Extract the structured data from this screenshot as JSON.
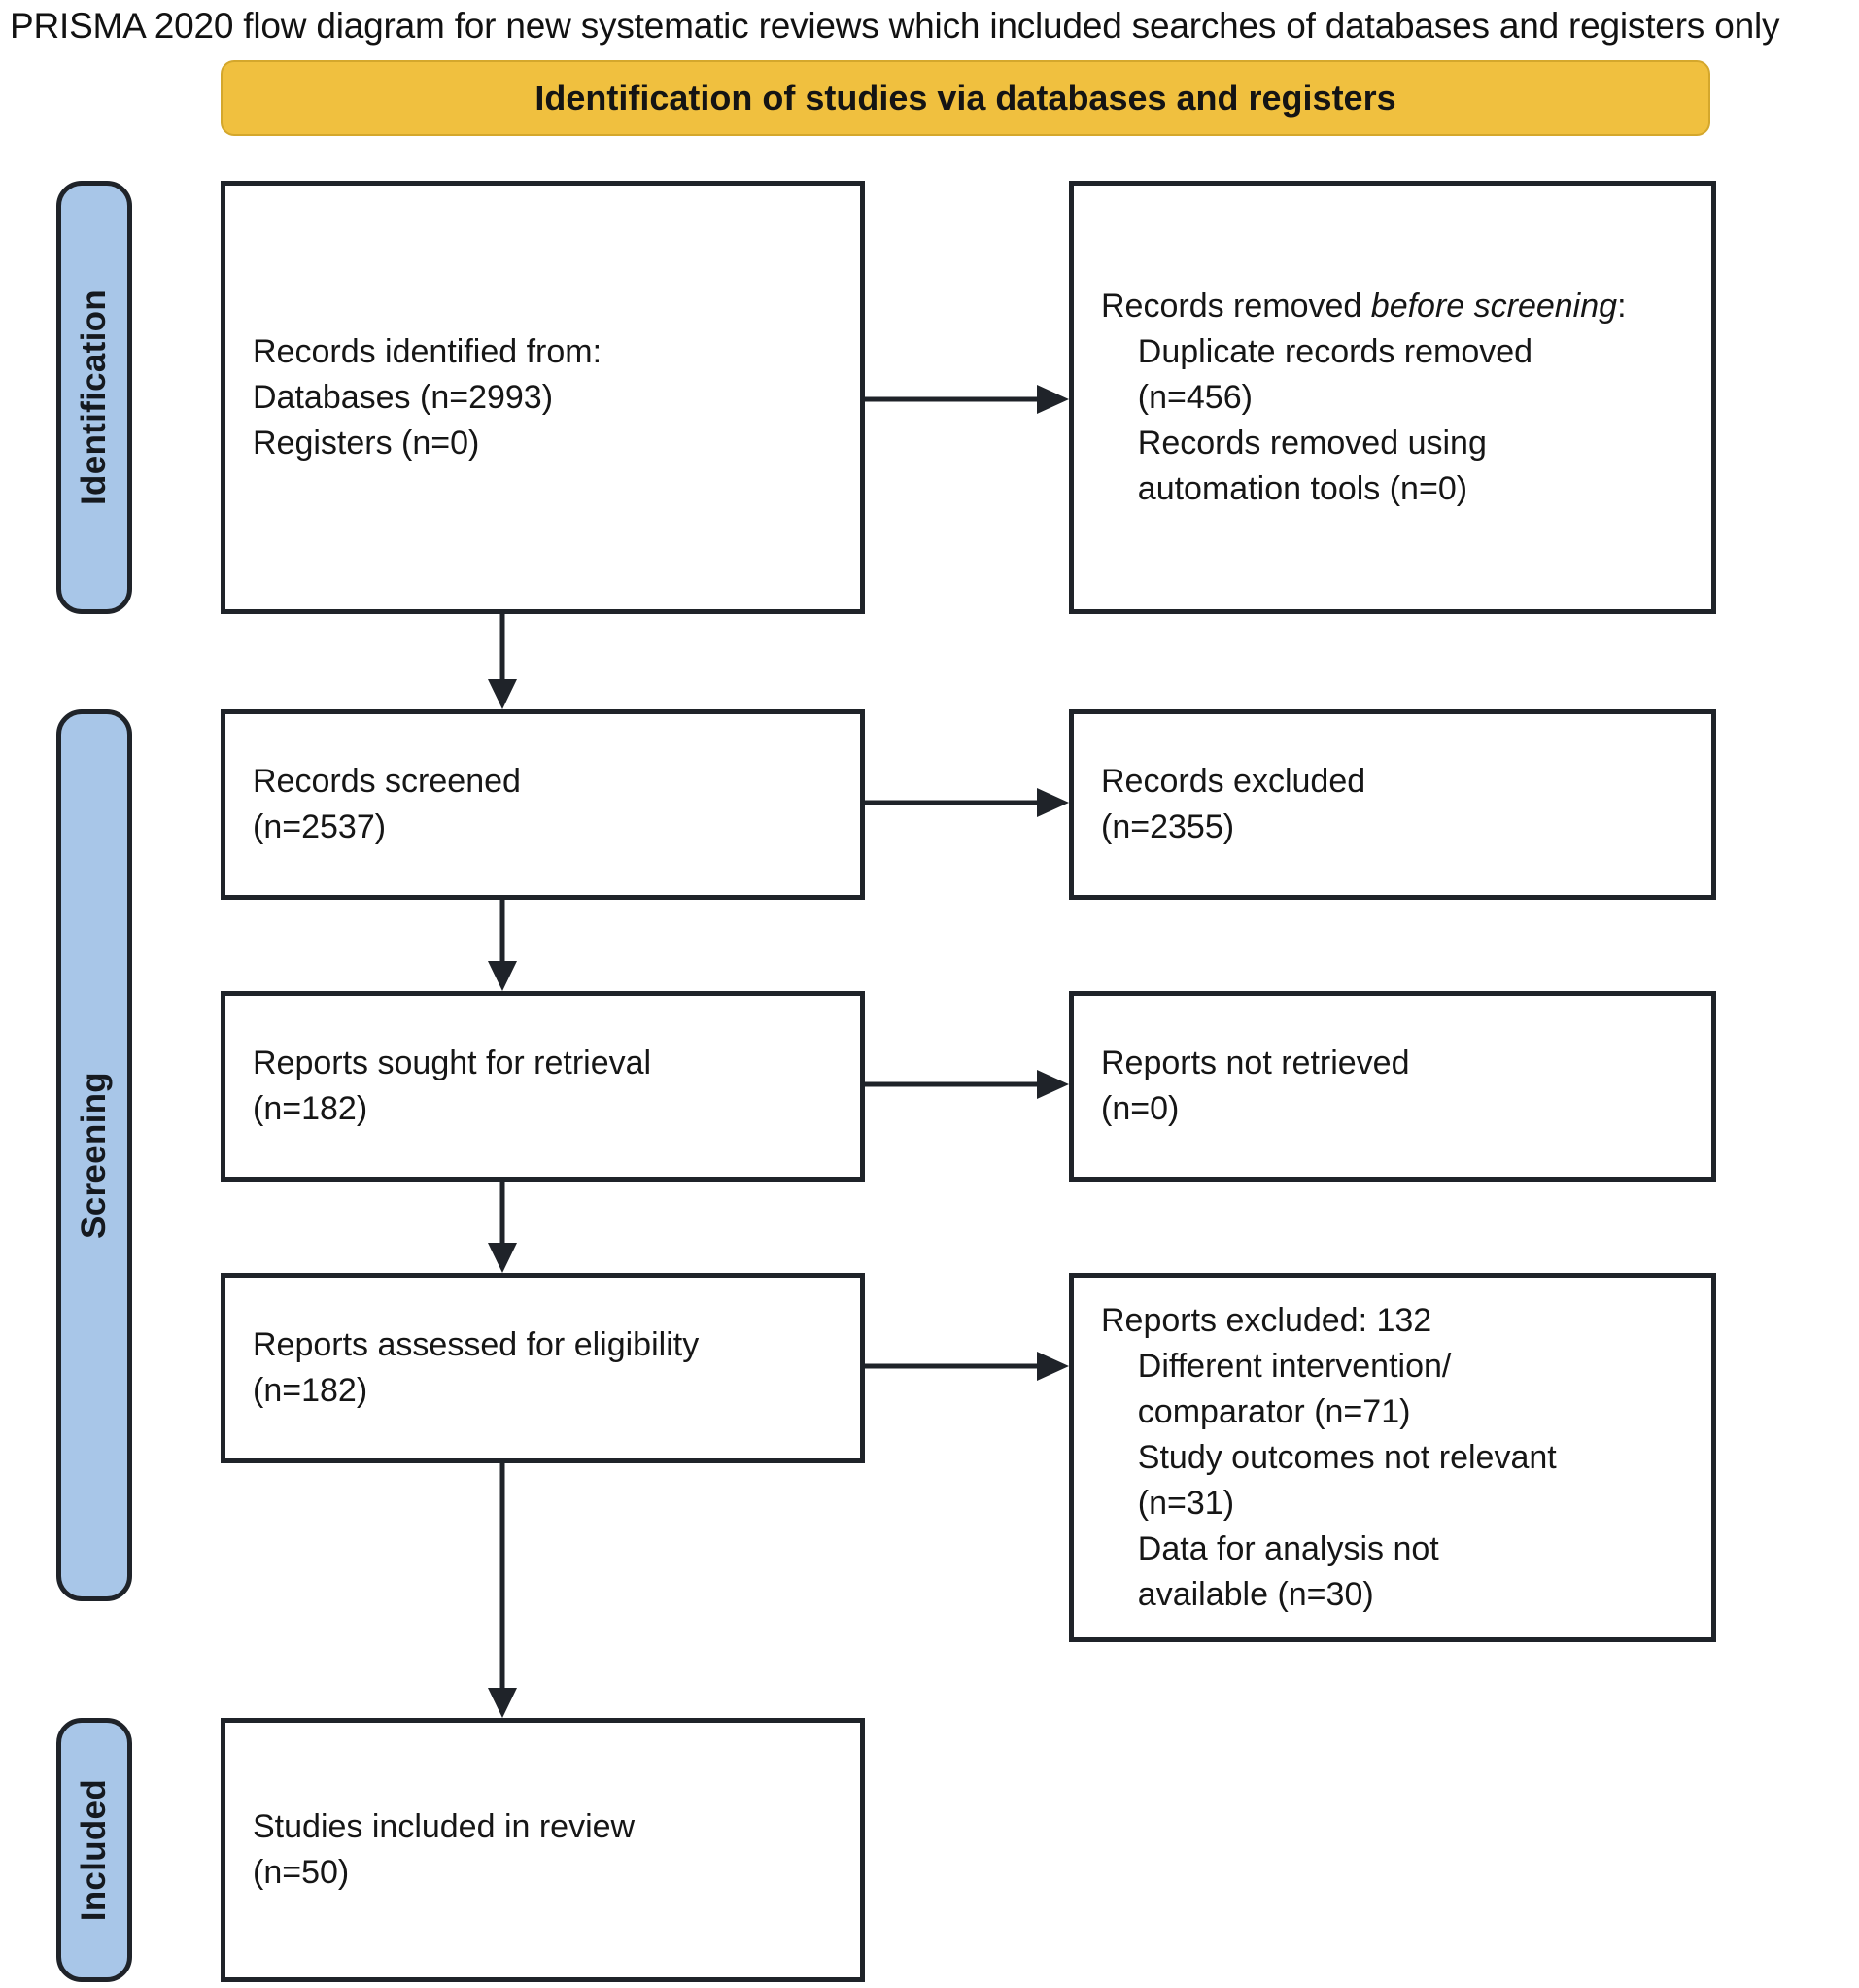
{
  "caption": "PRISMA 2020 flow diagram for new systematic reviews which included searches of databases and registers only",
  "colors": {
    "banner_fill": "#F0C03F",
    "banner_stroke": "#D4A72C",
    "stage_fill": "#A8C6E8",
    "stroke": "#1f2329",
    "box_fill": "#FFFFFF",
    "text": "#161616"
  },
  "banner": {
    "title": "Identification of studies via databases and registers"
  },
  "stages": [
    {
      "id": "identification",
      "label": "Identification"
    },
    {
      "id": "screening",
      "label": "Screening"
    },
    {
      "id": "included",
      "label": "Included"
    }
  ],
  "boxes": {
    "identified": {
      "lines": [
        "Records identified from:",
        "Databases (n=2993)",
        "Registers (n=0)"
      ],
      "text": "Records identified from:\nDatabases (n=2993)\nRegisters (n=0)"
    },
    "removed_before": {
      "heading_plain": "Records removed ",
      "heading_italic": "before screening",
      "heading_suffix": ":",
      "lines": [
        "Duplicate records removed (n=456)",
        "Records removed using automation tools (n=0)"
      ],
      "text": "    Duplicate records removed\n    (n=456)\n    Records removed using\n    automation tools (n=0)"
    },
    "screened": {
      "lines": [
        "Records screened",
        "(n=2537)"
      ],
      "text": "Records screened\n(n=2537)"
    },
    "records_excluded": {
      "lines": [
        "Records excluded",
        "(n=2355)"
      ],
      "text": "Records excluded\n(n=2355)"
    },
    "sought": {
      "lines": [
        "Reports sought for retrieval",
        "(n=182)"
      ],
      "text": "Reports sought for retrieval\n(n=182)"
    },
    "not_retrieved": {
      "lines": [
        "Reports not retrieved",
        "(n=0)"
      ],
      "text": "Reports not retrieved\n(n=0)"
    },
    "assessed": {
      "lines": [
        "Reports assessed for eligibility",
        "(n=182)"
      ],
      "text": "Reports assessed for eligibility\n(n=182)"
    },
    "reports_excluded": {
      "lines": [
        "Reports excluded: 132",
        "Different intervention/comparator (n=71)",
        "Study outcomes not relevant (n=31)",
        "Data for analysis not available (n=30)"
      ],
      "text": "Reports excluded: 132\n    Different intervention/\n    comparator (n=71)\n    Study outcomes not relevant\n    (n=31)\n    Data for analysis not\n    available (n=30)"
    },
    "included": {
      "lines": [
        "Studies included in review",
        "(n=50)"
      ],
      "text": "Studies included in review\n(n=50)"
    }
  },
  "chart_data": {
    "type": "diagram",
    "title": "PRISMA 2020 flow diagram for new systematic reviews which included searches of databases and registers only",
    "nodes": [
      {
        "id": "identified",
        "stage": "Identification",
        "column": "left",
        "label": "Records identified from",
        "values": {
          "Databases": 2993,
          "Registers": 0
        }
      },
      {
        "id": "removed_before",
        "stage": "Identification",
        "column": "right",
        "label": "Records removed before screening",
        "values": {
          "Duplicate records removed": 456,
          "Records removed using automation tools": 0
        }
      },
      {
        "id": "screened",
        "stage": "Screening",
        "column": "left",
        "label": "Records screened",
        "values": {
          "n": 2537
        }
      },
      {
        "id": "records_excluded",
        "stage": "Screening",
        "column": "right",
        "label": "Records excluded",
        "values": {
          "n": 2355
        }
      },
      {
        "id": "sought",
        "stage": "Screening",
        "column": "left",
        "label": "Reports sought for retrieval",
        "values": {
          "n": 182
        }
      },
      {
        "id": "not_retrieved",
        "stage": "Screening",
        "column": "right",
        "label": "Reports not retrieved",
        "values": {
          "n": 0
        }
      },
      {
        "id": "assessed",
        "stage": "Screening",
        "column": "left",
        "label": "Reports assessed for eligibility",
        "values": {
          "n": 182
        }
      },
      {
        "id": "reports_excluded",
        "stage": "Screening",
        "column": "right",
        "label": "Reports excluded",
        "values": {
          "total": 132,
          "Different intervention/comparator": 71,
          "Study outcomes not relevant": 31,
          "Data for analysis not available": 30
        }
      },
      {
        "id": "included",
        "stage": "Included",
        "column": "left",
        "label": "Studies included in review",
        "values": {
          "n": 50
        }
      }
    ],
    "edges": [
      {
        "from": "identified",
        "to": "removed_before",
        "direction": "right"
      },
      {
        "from": "identified",
        "to": "screened",
        "direction": "down"
      },
      {
        "from": "screened",
        "to": "records_excluded",
        "direction": "right"
      },
      {
        "from": "screened",
        "to": "sought",
        "direction": "down"
      },
      {
        "from": "sought",
        "to": "not_retrieved",
        "direction": "right"
      },
      {
        "from": "sought",
        "to": "assessed",
        "direction": "down"
      },
      {
        "from": "assessed",
        "to": "reports_excluded",
        "direction": "right"
      },
      {
        "from": "assessed",
        "to": "included",
        "direction": "down"
      }
    ]
  }
}
